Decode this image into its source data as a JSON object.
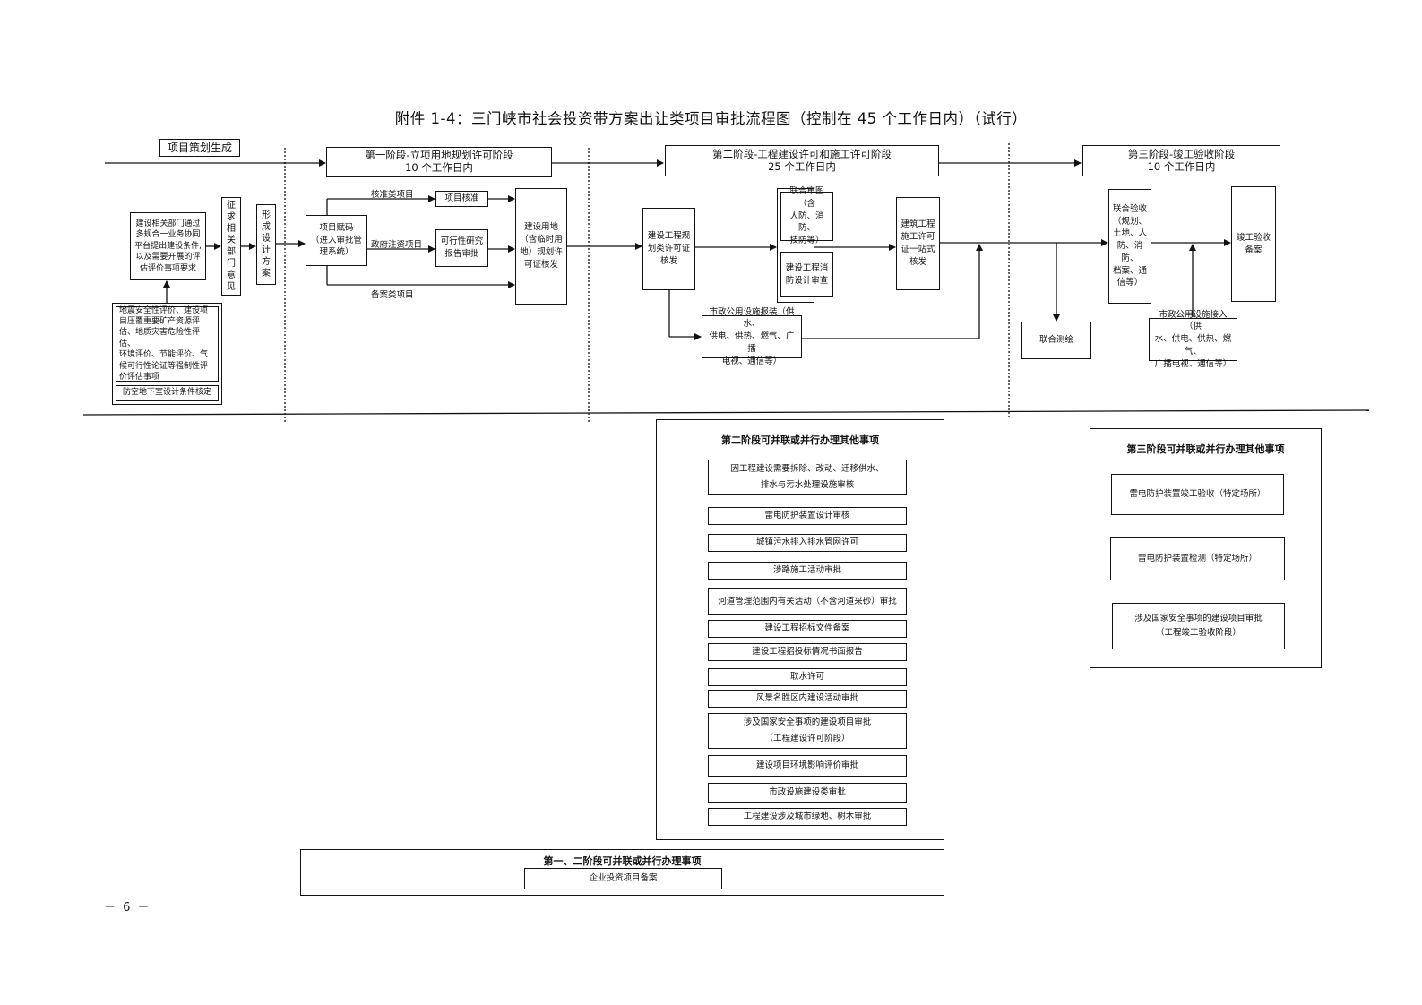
{
  "title": "附件 1-4：三门峡市社会投资带方案出让类项目审批流程图（控制在 45 个工作日内）（试行）",
  "header": {
    "planning": "项目策划生成",
    "stage1": "第一阶段-立项用地规划许可阶段\n10 个工作日内",
    "stage2": "第二阶段-工程建设许可和施工许可阶段\n25 个工作日内",
    "stage3": "第三阶段-竣工验收阶段\n10 个工作日内"
  },
  "planning_stage": {
    "propose_conditions": "建设相关部门通过\n多规合一业务协同\n平台提出建设条件,\n以及需要开展的评\n估评价事项要求",
    "solicit_opinions": "征\n求\n相\n关\n部\n门\n意\n见",
    "design_plan": "形\n成\n设\n计\n方\n案",
    "evaluations": "地震安全性评价、建设项\n目压覆重要矿产资源评\n估、地质灾害危险性评估、\n环境评价、节能评价、气\n候可行性论证等强制性评\n价评估事项",
    "civil_air_defense": "防空地下室设计条件核定"
  },
  "stage1_flow": {
    "project_code": "项目赋码\n（进入审批管\n理系统）",
    "label_approve": "核准类项目",
    "label_gov": "政府注资项目",
    "label_record": "备案类项目",
    "project_approval": "项目核准",
    "feasibility": "可行性研究\n报告审批",
    "land_permit": "建设用地\n（含临时用\n地）规划许\n可证核发"
  },
  "stage2_flow": {
    "planning_permit": "建设工程规\n划类许可证\n核发",
    "joint_review": "联合审图（含\n人防、消防、\n技防等）",
    "fire_review": "建设工程消\n防设计审查",
    "construction_permit": "建筑工程\n施工许可\n证一站式\n核发",
    "utility_apply": "市政公用设施报装（供水、\n供电、供热、燃气、广播\n电视、通信等）"
  },
  "stage3_flow": {
    "joint_survey": "联合测绘",
    "joint_acceptance": "联合验收\n（规划、\n土地、人\n防、消防、\n档案、通\n信等）",
    "utility_connect": "市政公用设施接入（供\n水、供电、供热、燃气、\n广播电视、通信等）",
    "completion_record": "竣工验收\n备案"
  },
  "stage2_parallel": {
    "title": "第二阶段可并联或并行办理其他事项",
    "items": [
      "因工程建设需要拆除、改动、迁移供水、\n排水与污水处理设施审核",
      "雷电防护装置设计审核",
      "城镇污水排入排水管网许可",
      "涉路施工活动审批",
      "河道管理范围内有关活动（不含河道采砂）审批",
      "建设工程招标文件备案",
      "建设工程招投标情况书面报告",
      "取水许可",
      "风景名胜区内建设活动审批",
      "涉及国家安全事项的建设项目审批\n（工程建设许可阶段）",
      "建设项目环境影响评价审批",
      "市政设施建设类审批",
      "工程建设涉及城市绿地、树木审批"
    ]
  },
  "stage3_parallel": {
    "title": "第三阶段可并联或并行办理其他事项",
    "items": [
      "雷电防护装置竣工验收（特定场所）",
      "雷电防护装置检测（特定场所）",
      "涉及国家安全事项的建设项目审批\n（工程竣工验收阶段）"
    ]
  },
  "stage12_parallel": {
    "title": "第一、二阶段可并联或并行办理事项",
    "items": [
      "企业投资项目备案"
    ]
  },
  "page_number": "－ 6 －"
}
